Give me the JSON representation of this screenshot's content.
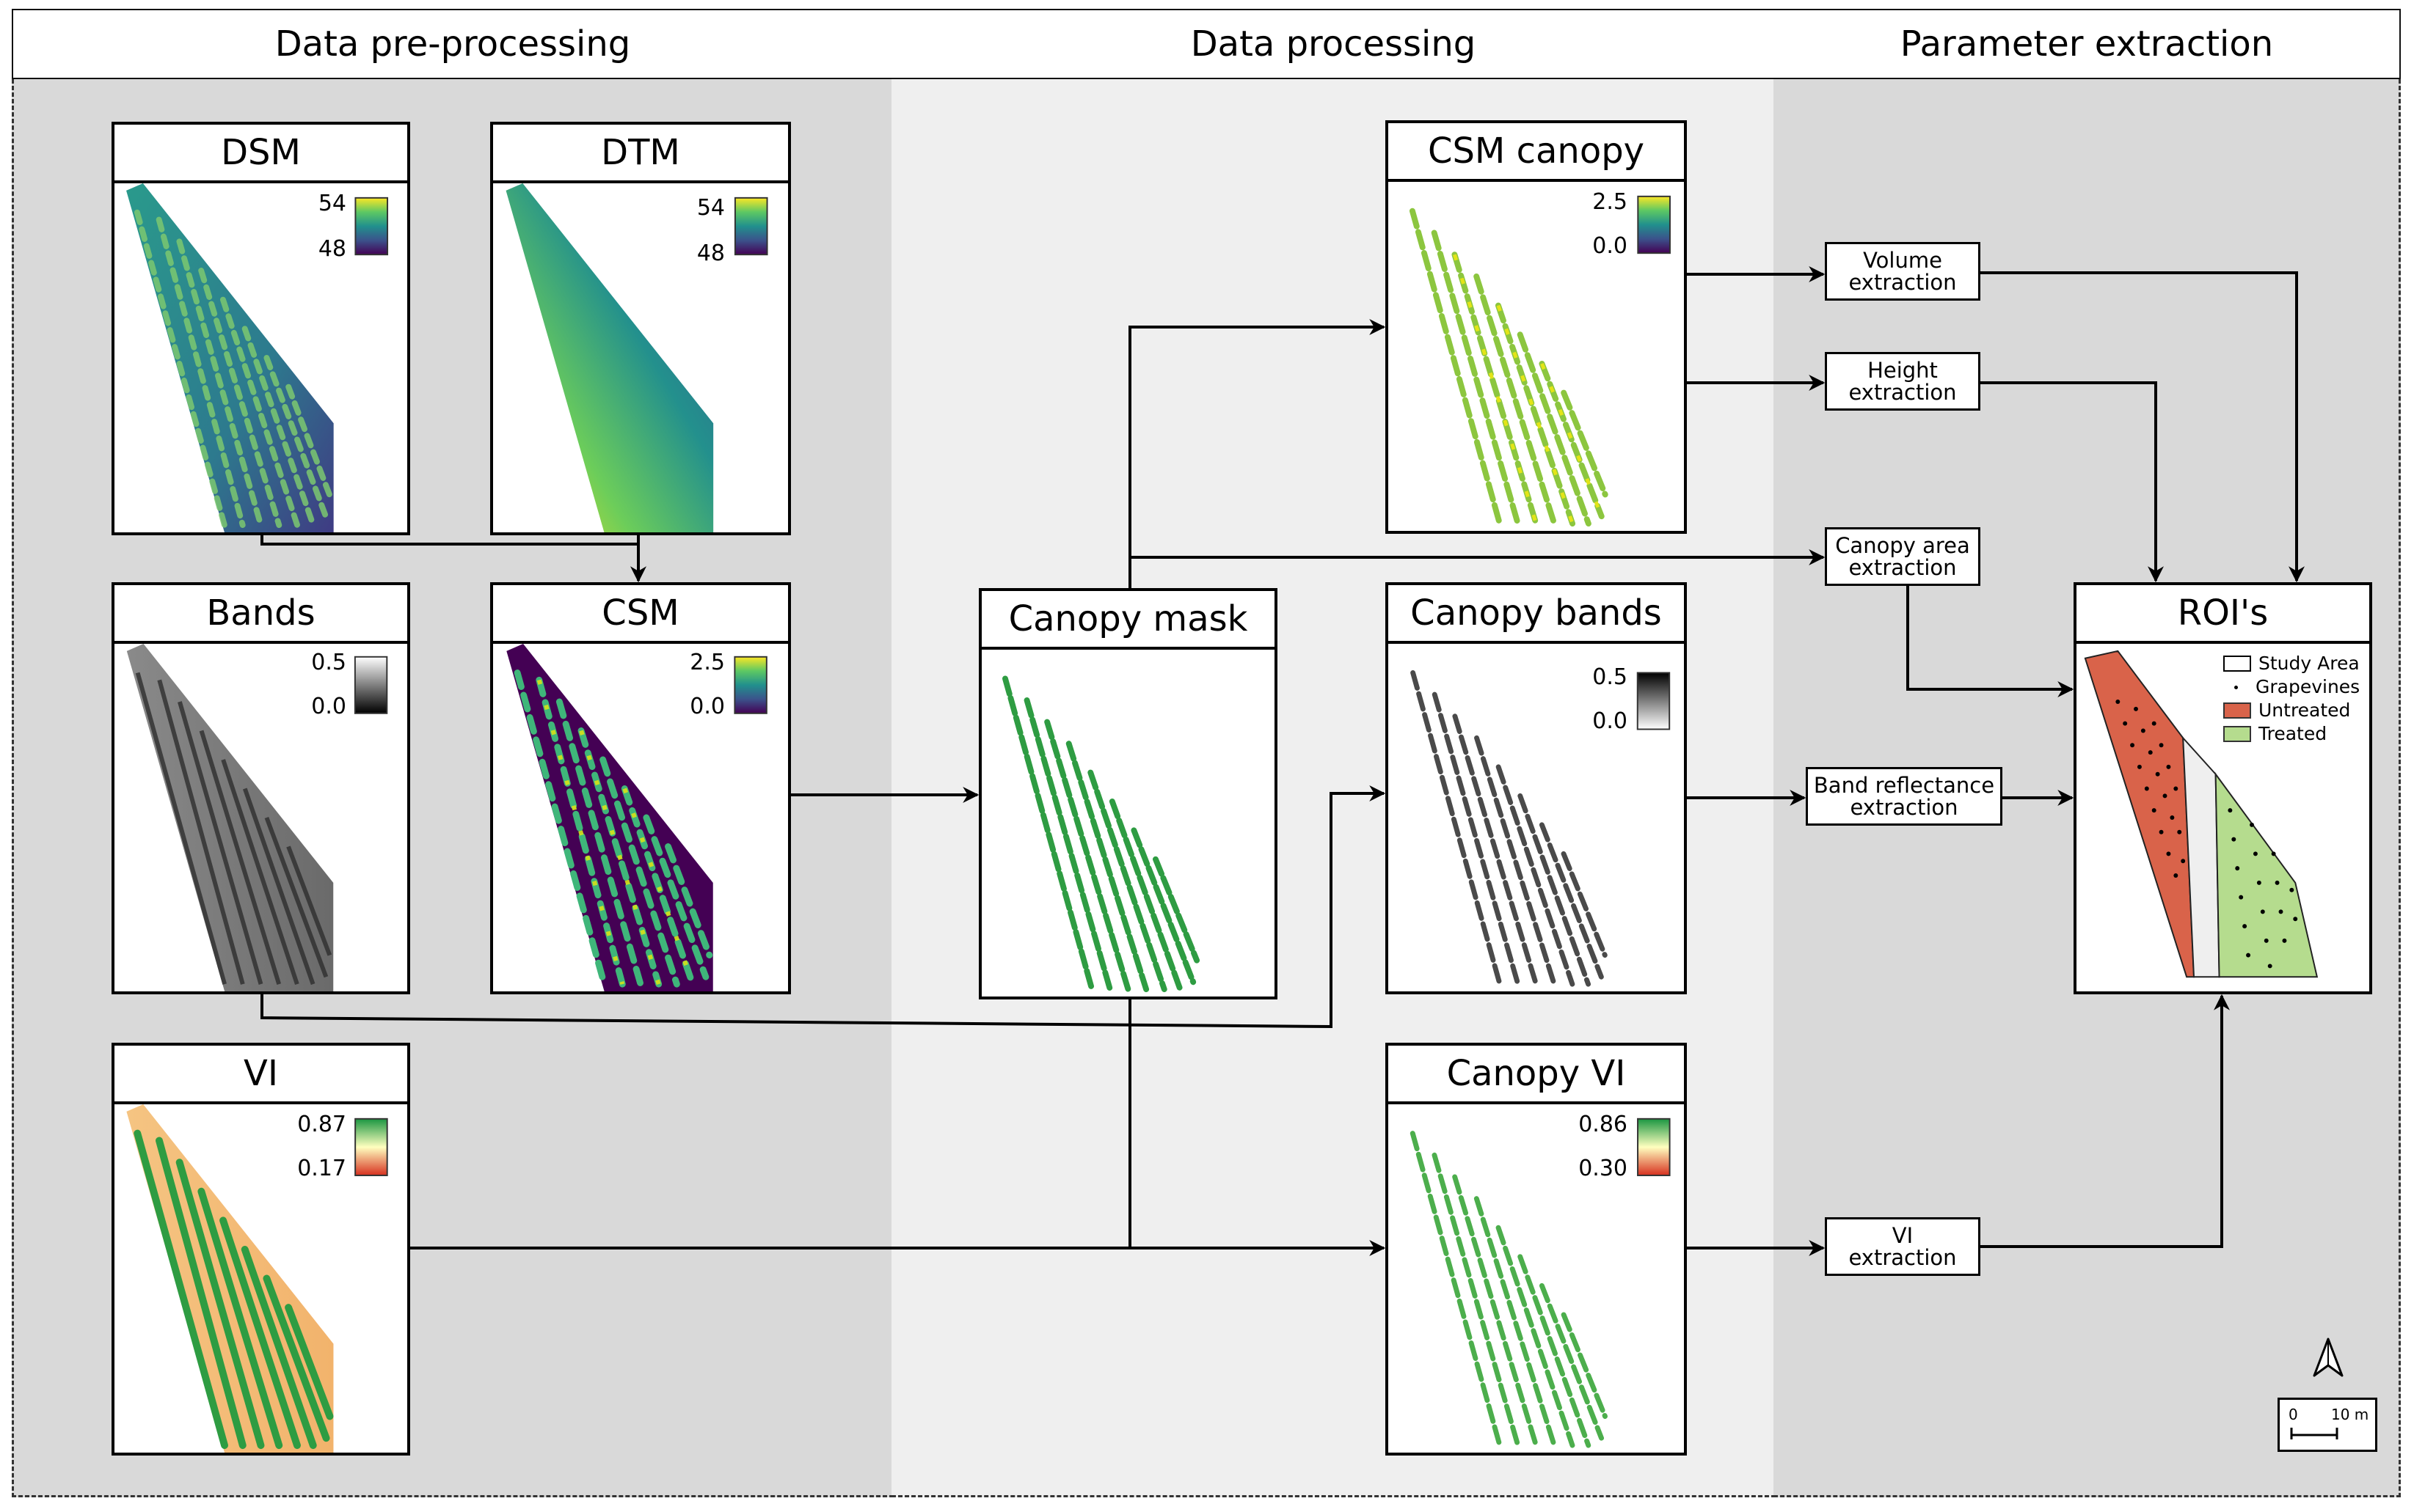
{
  "columns": [
    {
      "header": "Data pre-processing",
      "bg": "#d9d9d9"
    },
    {
      "header": "Data processing",
      "bg": "#efefef"
    },
    {
      "header": "Parameter extraction",
      "bg": "#d9d9d9"
    }
  ],
  "panels": {
    "dsm": {
      "title": "DSM",
      "cbar_max": "54",
      "cbar_min": "48",
      "cmap": "viridis"
    },
    "dtm": {
      "title": "DTM",
      "cbar_max": "54",
      "cbar_min": "48",
      "cmap": "viridis"
    },
    "bands": {
      "title": "Bands",
      "cbar_max": "0.5",
      "cbar_min": "0.0",
      "cmap": "gray"
    },
    "csm": {
      "title": "CSM",
      "cbar_max": "2.5",
      "cbar_min": "0.0",
      "cmap": "viridis"
    },
    "vi": {
      "title": "VI",
      "cbar_max": "0.87",
      "cbar_min": "0.17",
      "cmap": "rdylgn"
    },
    "canopy_mask": {
      "title": "Canopy mask"
    },
    "csm_canopy": {
      "title": "CSM canopy",
      "cbar_max": "2.5",
      "cbar_min": "0.0",
      "cmap": "viridis"
    },
    "canopy_bands": {
      "title": "Canopy bands",
      "cbar_max": "0.5",
      "cbar_min": "0.0",
      "cmap": "gray_r"
    },
    "canopy_vi": {
      "title": "Canopy VI",
      "cbar_max": "0.86",
      "cbar_min": "0.30",
      "cmap": "rdylgn"
    },
    "rois": {
      "title": "ROI's"
    }
  },
  "extraction_boxes": {
    "volume": {
      "line1": "Volume",
      "line2": "extraction"
    },
    "height": {
      "line1": "Height",
      "line2": "extraction"
    },
    "canopy_area": {
      "line1": "Canopy area",
      "line2": "extraction"
    },
    "band_reflectance": {
      "line1": "Band reflectance",
      "line2": "extraction"
    },
    "vi": {
      "line1": "VI",
      "line2": "extraction"
    }
  },
  "legend": [
    {
      "label": "Study Area",
      "symbol": "outline-box",
      "color": "#ffffff"
    },
    {
      "label": "Grapevines",
      "symbol": "dot",
      "color": "#000000"
    },
    {
      "label": "Untreated",
      "symbol": "filled-box",
      "color": "#d9634a"
    },
    {
      "label": "Treated",
      "symbol": "filled-box",
      "color": "#b5dc8e"
    }
  ],
  "scale_bar": {
    "start": "0",
    "end": "10 m"
  },
  "north_arrow": "north-arrow-icon"
}
